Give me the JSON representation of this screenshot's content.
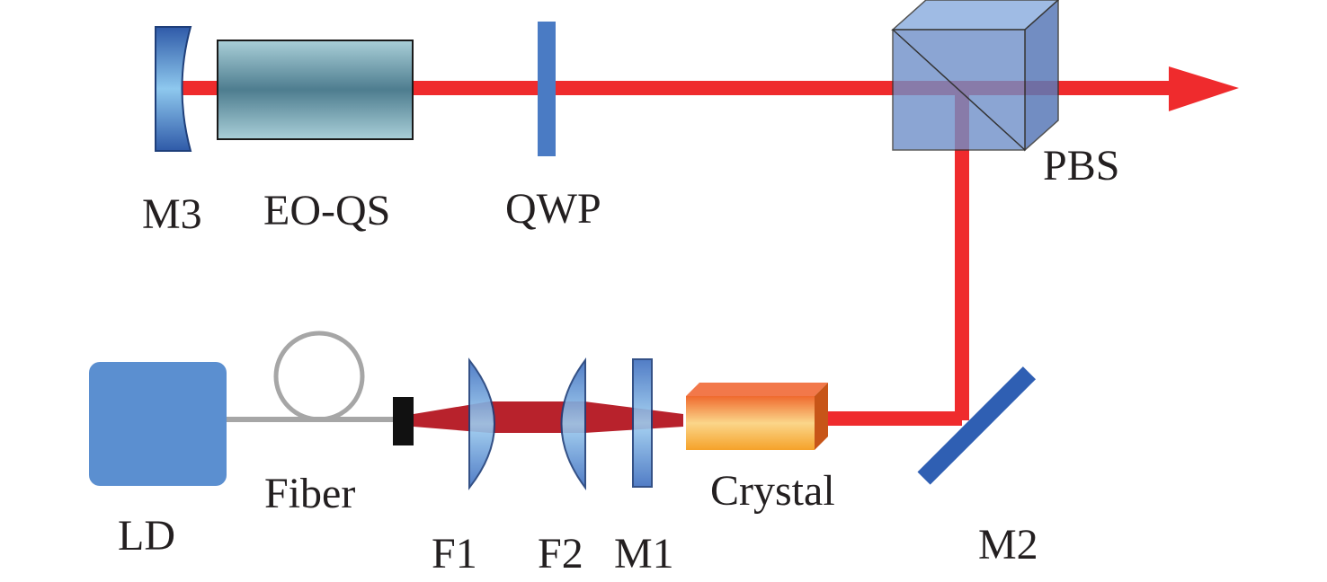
{
  "labels": {
    "m3": "M3",
    "eo_qs": "EO-QS",
    "qwp": "QWP",
    "pbs": "PBS",
    "ld": "LD",
    "fiber": "Fiber",
    "f1": "F1",
    "f2": "F2",
    "m1": "M1",
    "crystal": "Crystal",
    "m2": "M2"
  },
  "colors": {
    "beam": "#ef2b2d",
    "pump_beam": "#b8222c",
    "optic_blue": "#4472c4",
    "ld_box": "#5b8fd0",
    "fiber_gray": "#a6a6a6",
    "pbs_cube": "#6f8fc9",
    "crystal_orange": "#f28c28",
    "text": "#231f20"
  }
}
